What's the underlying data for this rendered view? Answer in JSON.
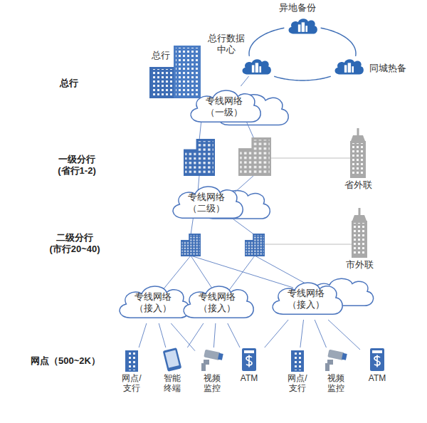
{
  "diagram": {
    "nodes": [
      {
        "text": [
          "异地备份"
        ]
      },
      {
        "text": [
          "总行数据中心"
        ]
      },
      {
        "text": [
          "同城热备"
        ]
      },
      {
        "text": [
          "总行"
        ]
      },
      {
        "text": [
          "专线网络 （一级）"
        ]
      },
      {
        "text": [
          "省外联"
        ]
      },
      {
        "text": [
          "专线网络 （二级）"
        ]
      },
      {
        "text": [
          "市外联"
        ]
      },
      {
        "text": [
          "专线网络 （接入）"
        ]
      },
      {
        "text": [
          "专线网络 （接入）"
        ]
      },
      {
        "text": [
          "专线网络 （接入）"
        ]
      },
      {
        "text": [
          "网点/支行"
        ]
      },
      {
        "text": [
          "智能终端"
        ]
      },
      {
        "text": [
          "视频监控"
        ]
      },
      {
        "text": [
          "ATM"
        ]
      },
      {
        "text": [
          "网点/支行"
        ]
      },
      {
        "text": [
          "视频监控"
        ]
      },
      {
        "text": [
          "ATM"
        ]
      }
    ],
    "edges": [
      {
        "from": 0,
        "to": 1,
        "arrow": "none"
      },
      {
        "from": 1,
        "to": 2,
        "arrow": "none"
      },
      {
        "from": 2,
        "to": 0,
        "arrow": "none"
      },
      {
        "from": 4,
        "to": 1,
        "arrow": "none"
      },
      {
        "from": 8,
        "to": 11,
        "arrow": "none"
      },
      {
        "from": 8,
        "to": 12,
        "arrow": "none"
      },
      {
        "from": 8,
        "to": 13,
        "arrow": "none"
      },
      {
        "from": 9,
        "to": 12,
        "arrow": "none"
      },
      {
        "from": 9,
        "to": 13,
        "arrow": "none"
      },
      {
        "from": 9,
        "to": 14,
        "arrow": "none"
      },
      {
        "from": 10,
        "to": 14,
        "arrow": "none"
      },
      {
        "from": 10,
        "to": 15,
        "arrow": "none"
      },
      {
        "from": 10,
        "to": 16,
        "arrow": "none"
      },
      {
        "from": 10,
        "to": 17,
        "arrow": "none"
      }
    ],
    "labels": [
      "总行",
      "一级分行 (省行1-2)",
      "二级分行 (市行20~40)",
      "网点（500~2K）"
    ]
  }
}
